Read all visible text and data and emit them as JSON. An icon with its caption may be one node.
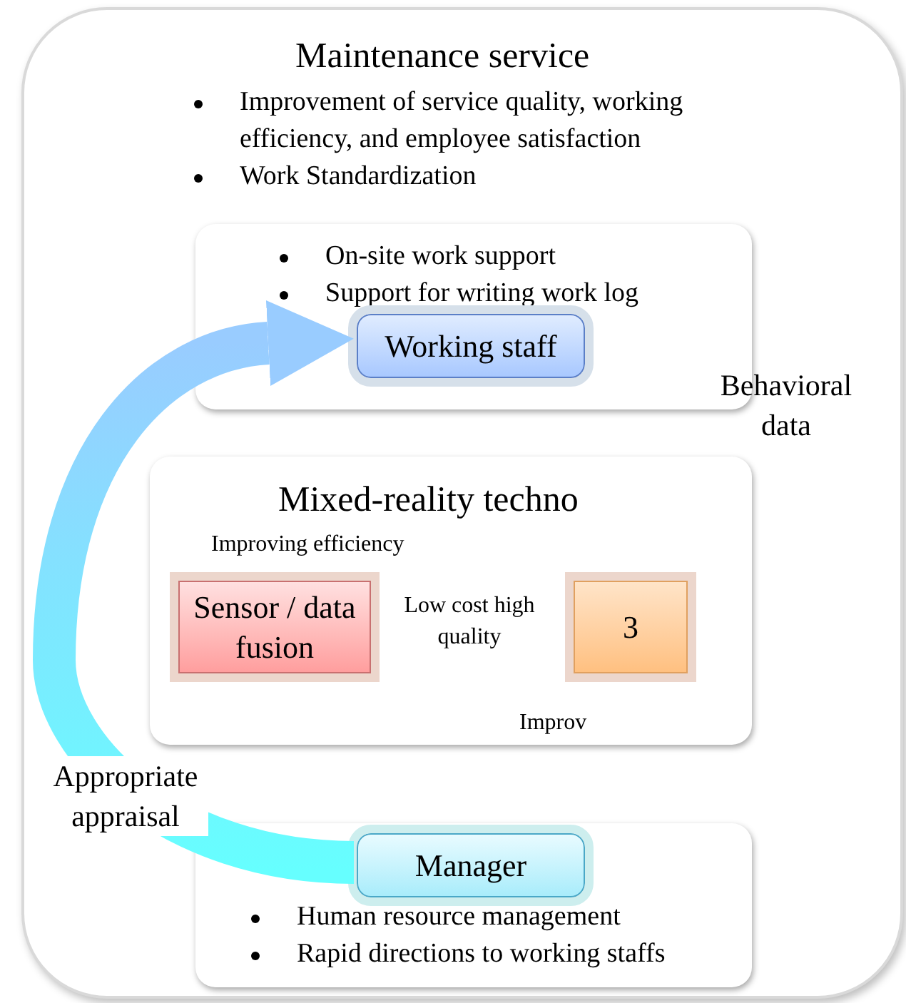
{
  "diagram": {
    "nodes": [
      {
        "text": [
          "Maintenance service",
          "Improvement of service quality, working efficiency, and employee satisfaction",
          "Work Standardization"
        ]
      },
      {
        "text": [
          "On-site work support",
          "Support for writing work log"
        ],
        "in": 0
      },
      {
        "text": [
          "Working staff"
        ],
        "in": 1
      },
      {
        "text": [
          "Mixed-reality techno",
          "Improving efficiency",
          "Improv"
        ],
        "in": 0
      },
      {
        "text": [
          "Sensor / data fusion"
        ],
        "in": 3
      },
      {
        "text": [
          "3"
        ],
        "in": 3
      },
      {
        "text": [
          "Human resource management",
          "Rapid directions to working staffs"
        ],
        "in": 0
      },
      {
        "text": [
          "Manager"
        ],
        "in": 6
      }
    ],
    "edges": [
      {
        "from": 7,
        "to": 2,
        "arrow": "to",
        "label": "Appropriate appraisal",
        "style": "thick",
        "color": "#99ccff"
      }
    ],
    "labels": [
      "Behavioral data",
      "Low cost high quality"
    ]
  }
}
